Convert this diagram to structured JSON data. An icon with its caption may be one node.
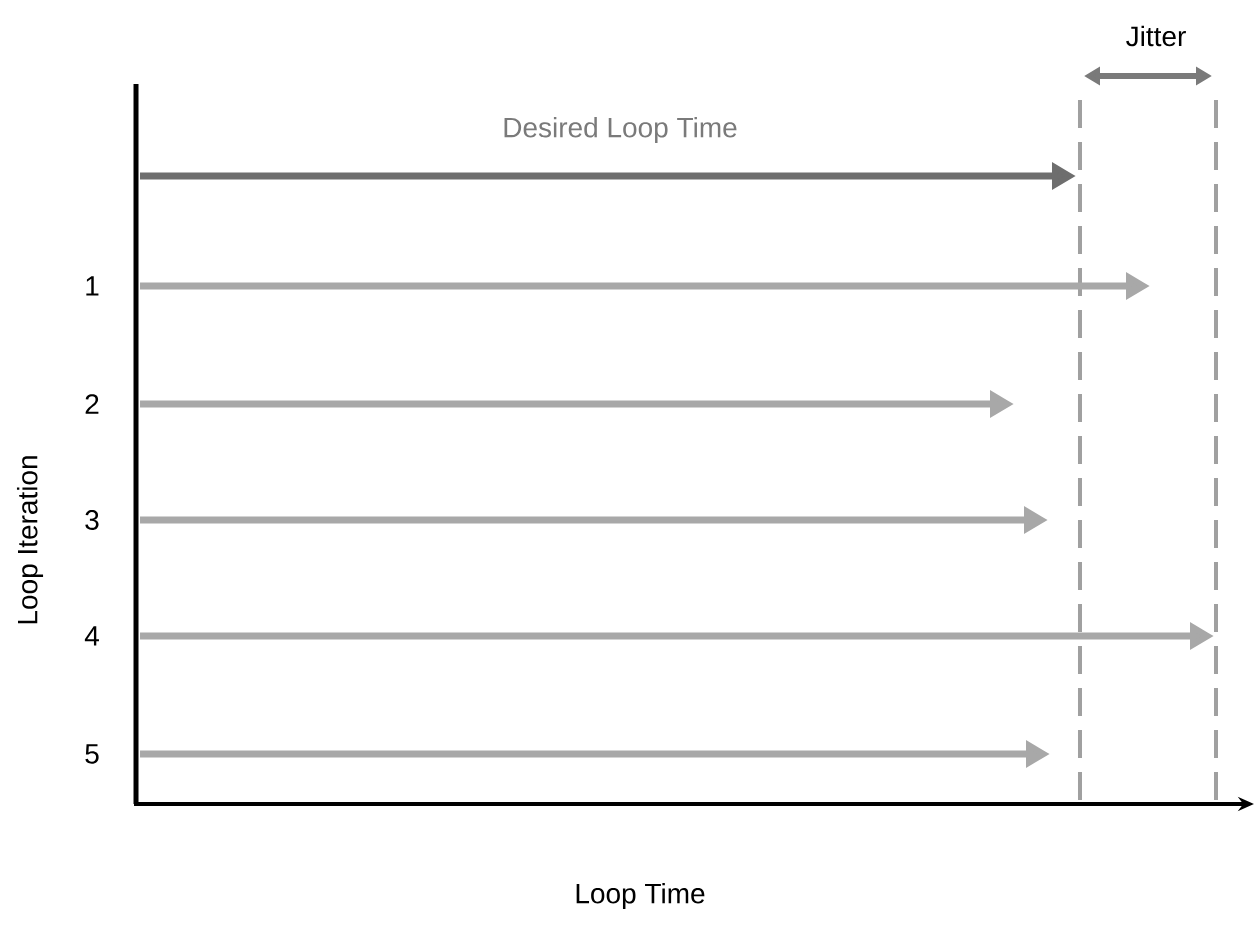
{
  "diagram": {
    "labels": [
      "Jitter",
      "Desired Loop Time",
      "1",
      "2",
      "3",
      "4",
      "5",
      "Loop Iteration",
      "Loop Time"
    ]
  }
}
